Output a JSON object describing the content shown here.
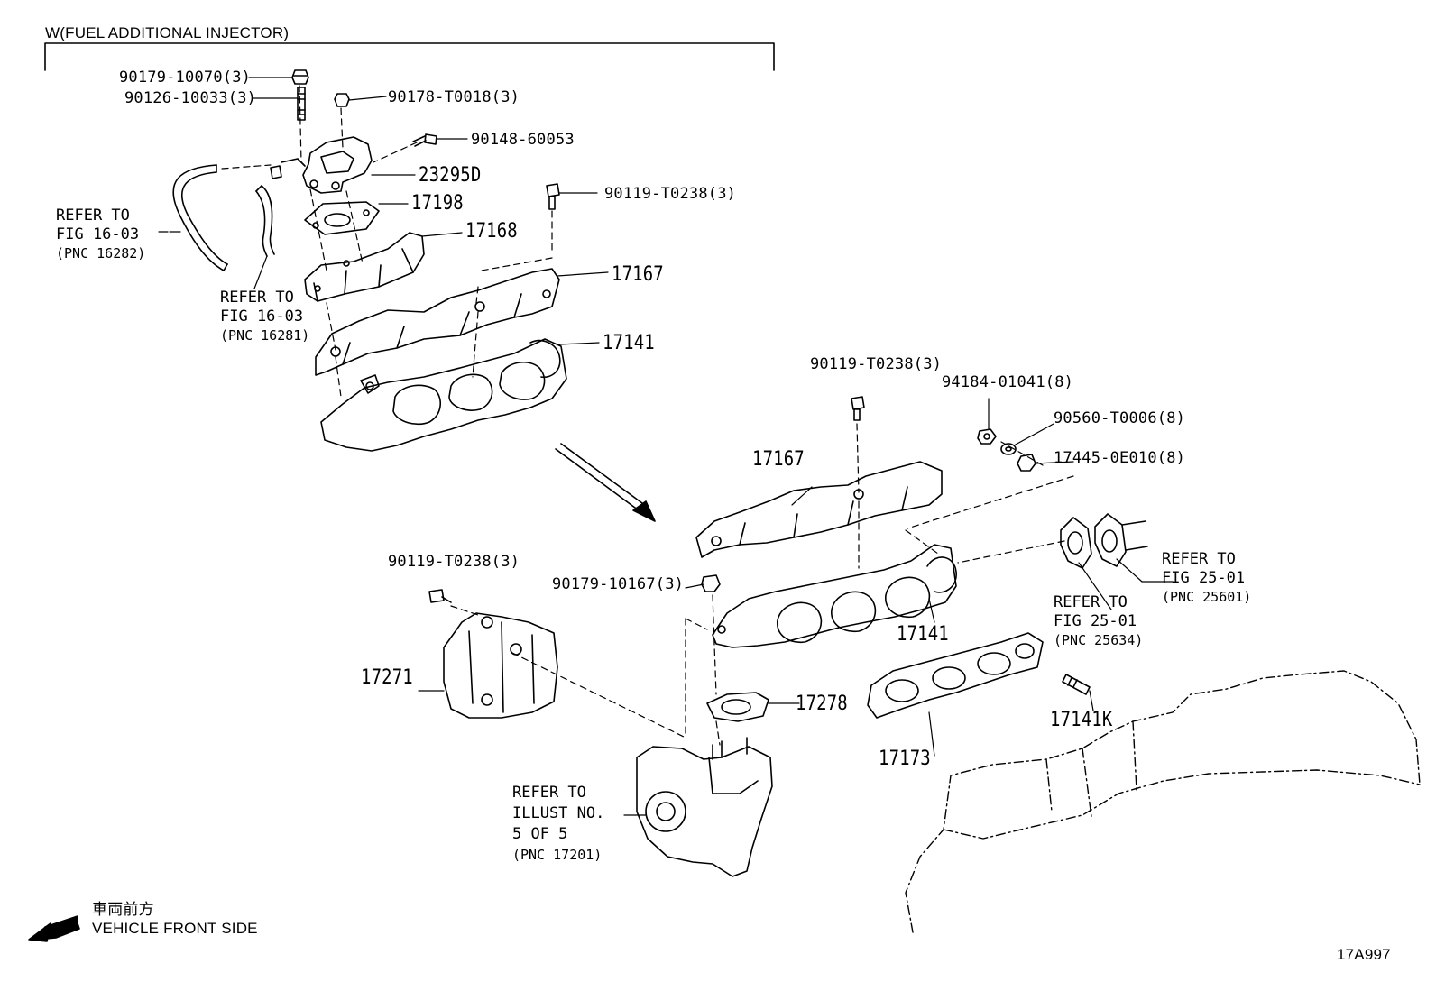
{
  "header": {
    "variant_label": "W(FUEL ADDITIONAL INJECTOR)"
  },
  "upper_group": {
    "parts": {
      "p90179_10070": "90179-10070(3)",
      "p90126_10033": "90126-10033(3)",
      "p90178_T0018": "90178-T0018(3)",
      "p90148_60053": "90148-60053",
      "p23295D": "23295D",
      "p17198": "17198",
      "p90119_T0238": "90119-T0238(3)",
      "p17168": "17168",
      "p17167": "17167",
      "p17141": "17141"
    },
    "refs": [
      {
        "line1": "REFER TO",
        "line2": "FIG 16-03",
        "pnc": "(PNC 16282)"
      },
      {
        "line1": "REFER TO",
        "line2": "FIG 16-03",
        "pnc": "(PNC 16281)"
      }
    ]
  },
  "lower_group": {
    "parts": {
      "p90119_T0238_a": "90119-T0238(3)",
      "p94184_01041": "94184-01041(8)",
      "p90560_T0006": "90560-T0006(8)",
      "p17445_0E010": "17445-0E010(8)",
      "p17167": "17167",
      "p90119_T0238_b": "90119-T0238(3)",
      "p90179_10167": "90179-10167(3)",
      "p17271": "17271",
      "p17141": "17141",
      "p17278": "17278",
      "p17173": "17173",
      "p17141K": "17141K"
    },
    "refs": [
      {
        "line1": "REFER TO",
        "line2": "FIG 25-01",
        "pnc": "(PNC 25601)"
      },
      {
        "line1": "REFER TO",
        "line2": "FIG 25-01",
        "pnc": "(PNC 25634)"
      },
      {
        "line1": "REFER TO",
        "line2": "ILLUST NO.",
        "line3": "5 OF 5",
        "pnc": "(PNC 17201)"
      }
    ]
  },
  "footer": {
    "front_jp": "車両前方",
    "front_en": "VEHICLE FRONT SIDE",
    "illustration_id": "17A997"
  }
}
